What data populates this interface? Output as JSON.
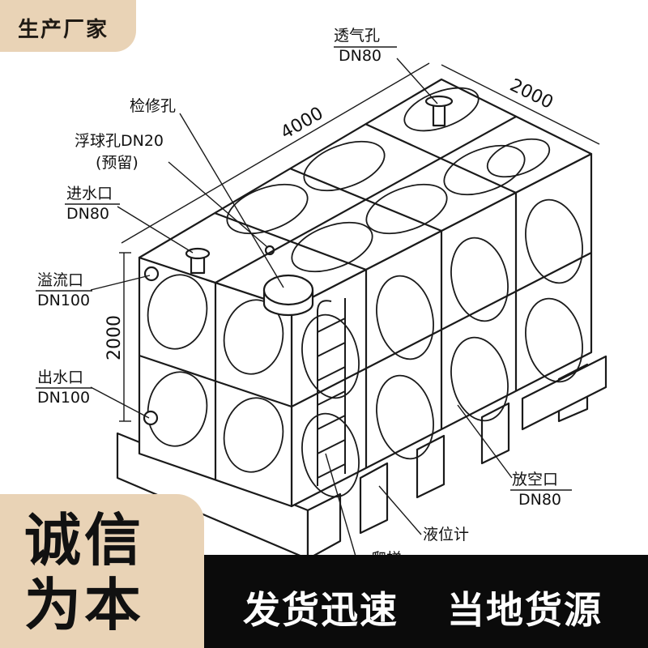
{
  "badge": {
    "text": "生产厂家"
  },
  "slogan": {
    "line1": "诚信",
    "line2": "为本"
  },
  "banner": {
    "left_text": "发货迅速",
    "right_text": "当地货源"
  },
  "diagram": {
    "labels": {
      "vent": "透气孔",
      "vent_size": "DN80",
      "manhole": "检修孔",
      "float_hole": "浮球孔DN20",
      "float_note": "(预留)",
      "inlet": "进水口",
      "inlet_size": "DN80",
      "overflow": "溢流口",
      "overflow_size": "DN100",
      "outlet": "出水口",
      "outlet_size": "DN100",
      "drain": "放空口",
      "drain_size": "DN80",
      "level_gauge": "液位计",
      "ladder": "爬梯"
    },
    "dimensions": {
      "length": "4000",
      "width": "2000",
      "height": "2000"
    }
  }
}
